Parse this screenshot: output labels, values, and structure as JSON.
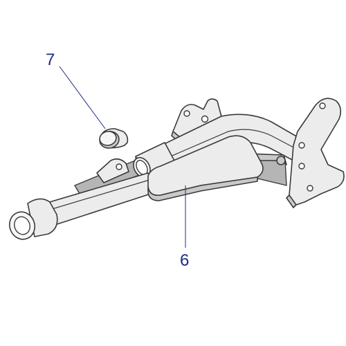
{
  "diagram": {
    "colors": {
      "callout": "#1a2a8a",
      "outline": "#3a3a3a",
      "body_fill": "#ececec",
      "shadow_fill": "#c9c9c9"
    },
    "callouts": [
      {
        "id": "cap",
        "label": "7"
      },
      {
        "id": "control-arm",
        "label": "6"
      }
    ]
  }
}
